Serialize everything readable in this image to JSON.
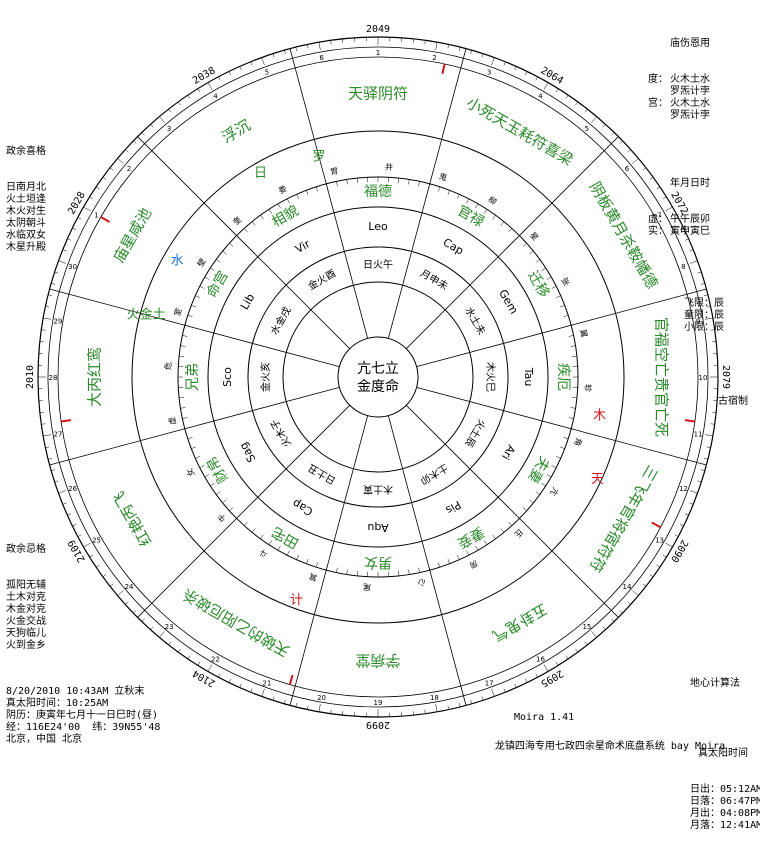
{
  "top_right_block": {
    "header": "庙伤恩用",
    "rows": [
      {
        "label": "度：",
        "value": "火木土水"
      },
      {
        "label": "",
        "value": "罗炁计孛"
      },
      {
        "label": "宫：",
        "value": "火木土水"
      },
      {
        "label": "",
        "value": "罗炁计孛"
      }
    ],
    "ymd_header": "年月日时",
    "pillars": [
      {
        "label": "虚：",
        "value": "午午辰卯"
      },
      {
        "label": "实：",
        "value": "寅申寅巳"
      }
    ],
    "limits": [
      {
        "label": "飞限：",
        "value": "辰"
      },
      {
        "label": "童限：",
        "value": "辰"
      },
      {
        "label": "小限：",
        "value": "辰"
      }
    ],
    "system": "古宿制"
  },
  "left_good": {
    "title": "政余喜格",
    "items": [
      "日南月北",
      "火土垣逢",
      "木火对生",
      "太阴朝斗",
      "水临双女",
      "木星升殿"
    ]
  },
  "left_bad": {
    "title": "政余忌格",
    "items": [
      "孤阳无辅",
      "土木对克",
      "木金对克",
      "火金交战",
      "天狗临儿",
      "火到金乡"
    ]
  },
  "bottom_left": {
    "lines": [
      "8/20/2010 10:43AM 立秋末",
      "真太阳时间：10:25AM",
      "阴历：庚寅年七月十一日巳时(昼)",
      "经：116E24'00  纬：39N55'48",
      "北京，中国 北京"
    ]
  },
  "bottom_right": {
    "calc": "地心计算法",
    "title": "真太阳时间",
    "rows": [
      {
        "label": "日出：",
        "value": "05:12AM"
      },
      {
        "label": "日落：",
        "value": "06:47PM"
      },
      {
        "label": "月出：",
        "value": "04:08PM"
      },
      {
        "label": "月落：",
        "value": "12:41AM"
      }
    ]
  },
  "version": "Moira 1.41",
  "footer": "龙镇四海专用七政四余星命术底盘系统 bay Moira",
  "center": {
    "line1": "亢七立",
    "line2": "金度命"
  },
  "years": [
    "2049",
    "2064",
    "2072",
    "2079",
    "2090",
    "2095",
    "2099",
    "2104",
    "2109",
    "2010",
    "2028",
    "2038"
  ],
  "houses": [
    "官禄",
    "迁移",
    "疾厄",
    "夫妻",
    "妻妾",
    "男女",
    "田宅",
    "财帛",
    "兄弟",
    "命宫",
    "相貌",
    "福德"
  ],
  "zodiac": [
    "Cap",
    "Gem",
    "Tau",
    "Ari",
    "Pis",
    "Aqu",
    "Cap",
    "Sag",
    "Sco",
    "Lib",
    "Vir",
    "Leo"
  ],
  "branch_pairs": [
    "月申未",
    "水土未",
    "木火巳",
    "火土辰",
    "土木卯",
    "木土寅",
    "日土丑",
    "火木子",
    "金火亥",
    "水金戌",
    "金火酉",
    "日火午"
  ],
  "inner_ring_small": [
    "井",
    "鬼",
    "柳",
    "星",
    "张",
    "翼",
    "轸",
    "角",
    "亢",
    "氐",
    "房",
    "心",
    "尾",
    "箕",
    "斗",
    "牛",
    "女",
    "虚",
    "危",
    "室",
    "壁",
    "奎",
    "娄",
    "胃"
  ],
  "planets_on_ring": [
    {
      "label": "水",
      "color": "#1a6fd6"
    },
    {
      "label": "木",
      "color": "#d01818"
    },
    {
      "label": "天",
      "color": "#d01818"
    },
    {
      "label": "罗",
      "color": "#2a8a2a"
    },
    {
      "label": "日",
      "color": "#2a8a2a"
    },
    {
      "label": "火金土",
      "color": "#2a8a2a"
    },
    {
      "label": "计",
      "color": "#d01818"
    }
  ],
  "outer_sector_text": [
    "小死天玉耗符喜梁贵墓",
    "阴板黄月杀鞍幡德",
    "官福空亡贵官亡死",
    "三飞年官将宿符符",
    "五卦鬼气",
    "学病堂",
    "天破的乙阳厄破杀刃胎",
    "红艳丙飞",
    "大丙红鸾",
    "庙星咸池",
    "浮沉",
    "天驿阴符"
  ],
  "colors": {
    "green": "#2a8a2a",
    "red": "#d01818",
    "blue": "#1a6fd6",
    "ring": "#000000"
  }
}
